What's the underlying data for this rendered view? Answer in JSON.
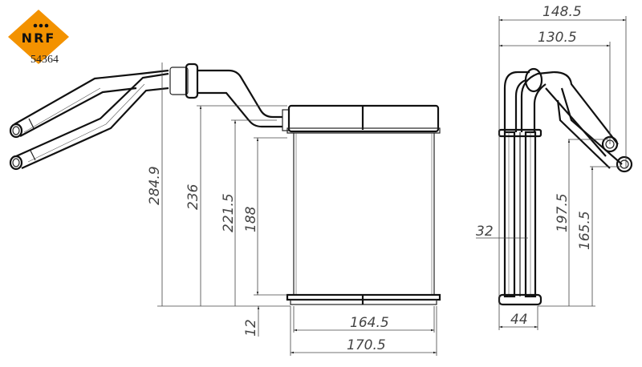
{
  "brand": {
    "name": "NRF",
    "logo_color": "#f39200",
    "dots": 3
  },
  "part_number": "54364",
  "front_view": {
    "dimensions": {
      "overall_height": "284.9",
      "height_to_pipe": "236",
      "core_height_with_tank": "221.5",
      "core_height": "188",
      "bottom_offset": "12",
      "core_width": "164.5",
      "overall_width": "170.5"
    }
  },
  "side_view": {
    "dimensions": {
      "overall_depth": "148.5",
      "depth_to_outlet": "130.5",
      "core_thickness": "32",
      "tank_thickness": "44",
      "outlet_height_upper": "197.5",
      "outlet_height_lower": "165.5"
    }
  }
}
